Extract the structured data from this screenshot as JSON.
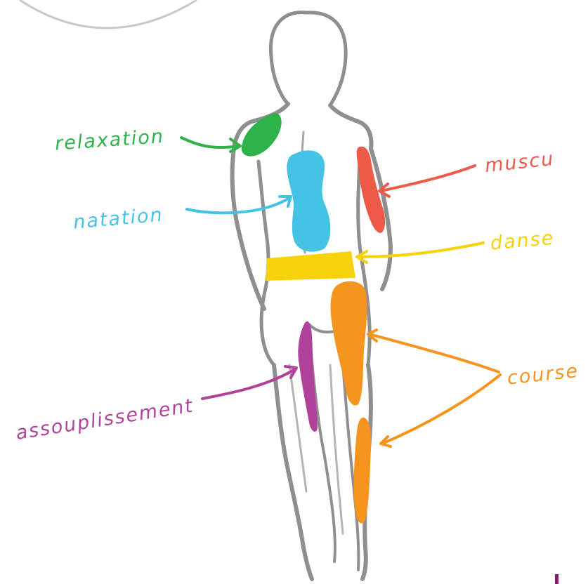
{
  "labels": {
    "relaxation": "relaxation",
    "muscu": "muscu",
    "natation": "natation",
    "danse": "danse",
    "course": "course",
    "assouplissement": "assouplissement"
  },
  "colors": {
    "relaxation": "#2db34a",
    "muscu": "#ee5a48",
    "natation": "#45c3e5",
    "danse": "#f7d10a",
    "course": "#f5941e",
    "assouplissement": "#b0429b",
    "outline": "#8f8f8f",
    "outline_light": "#c8c8c8",
    "corner_accent": "#8b1a6e"
  }
}
